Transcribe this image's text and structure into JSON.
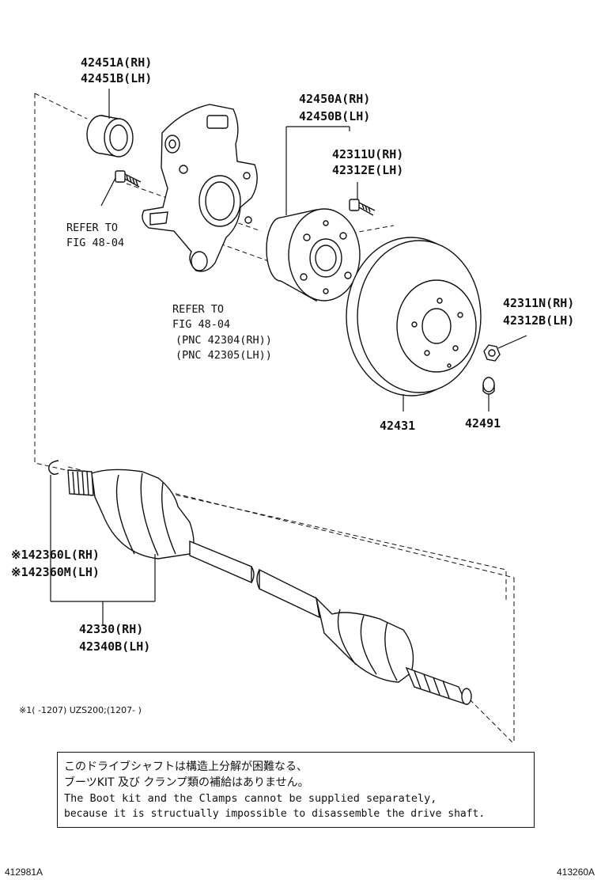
{
  "labels": {
    "p42451a": "42451A(RH)",
    "p42451b": "42451B(LH)",
    "p42450a": "42450A(RH)",
    "p42450b": "42450B(LH)",
    "p42311u": "42311U(RH)",
    "p42312e": "42312E(LH)",
    "refer1_a": "REFER TO",
    "refer1_b": "FIG 48-04",
    "refer2_a": "REFER TO",
    "refer2_b": "FIG 48-04",
    "pnc1": "(PNC 42304(RH))",
    "pnc2": "(PNC 42305(LH))",
    "p42311n": "42311N(RH)",
    "p42312b": "42312B(LH)",
    "p42431": "42431",
    "p42491": "42491",
    "p42360l": "※142360L(RH)",
    "p42360m": "※142360M(LH)",
    "p42330": "42330(RH)",
    "p42340b": "42340B(LH)",
    "footnote": "※1(     -1207) UZS200;(1207-      )"
  },
  "notice": {
    "line1": "このドライブシャフトは構造上分解が困難なる、",
    "line2": "ブーツKIT 及び クランプ類の補給はありません。",
    "line3": "The Boot kit and the Clamps cannot be supplied separately,",
    "line4": "because it is structually impossible to disassemble the drive shaft."
  },
  "corners": {
    "left": "412981A",
    "right": "413260A"
  }
}
